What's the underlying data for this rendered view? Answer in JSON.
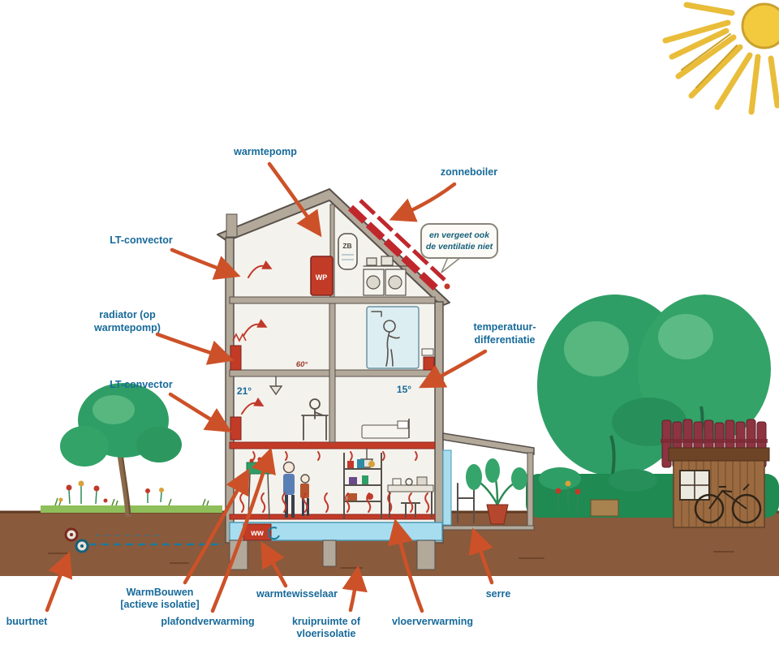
{
  "figure": {
    "labels": {
      "warmtepomp": "warmtepomp",
      "zonneboiler": "zonneboiler",
      "lt_convector_top": "LT-convector",
      "radiator_1": "radiator (op",
      "radiator_2": "warmtepomp)",
      "lt_convector_bottom": "LT-convector",
      "temp_diff_1": "temperatuur-",
      "temp_diff_2": "differentiatie",
      "warmbouwen_1": "WarmBouwen",
      "warmbouwen_2": "[actieve isolatie]",
      "plafondverwarming": "plafondverwarming",
      "warmtewisselaar": "warmtewisselaar",
      "kruipruimte_1": "kruipruimte of",
      "kruipruimte_2": "vloerisolatie",
      "vloerverwarming": "vloerverwarming",
      "serre": "serre",
      "buurtnet": "buurtnet"
    },
    "house_text": {
      "temp_21": "21°",
      "temp_15": "15°",
      "temp_60": "60°",
      "wp": "WP",
      "zb": "ZB",
      "ww": "ww"
    },
    "speech_bubble": {
      "line1": "en vergeet ook",
      "line2": "de ventilatie niet"
    },
    "colors": {
      "label_text": "#176a9a",
      "arrow_orange": "#cd5128",
      "heat_red": "#c0392b",
      "panel_red": "#c0272d",
      "wall_gray": "#b3a99a",
      "insulation_blue": "#a8ddf0",
      "ground_brown": "#8a5a3c",
      "grass_green": "#8fbf5a",
      "tree_green": "#2f9e66",
      "hedge_green": "#1f8a52",
      "sun_yellow": "#f3c93e",
      "fence_red": "#8e3340",
      "shed_brown": "#9c6a40"
    }
  }
}
